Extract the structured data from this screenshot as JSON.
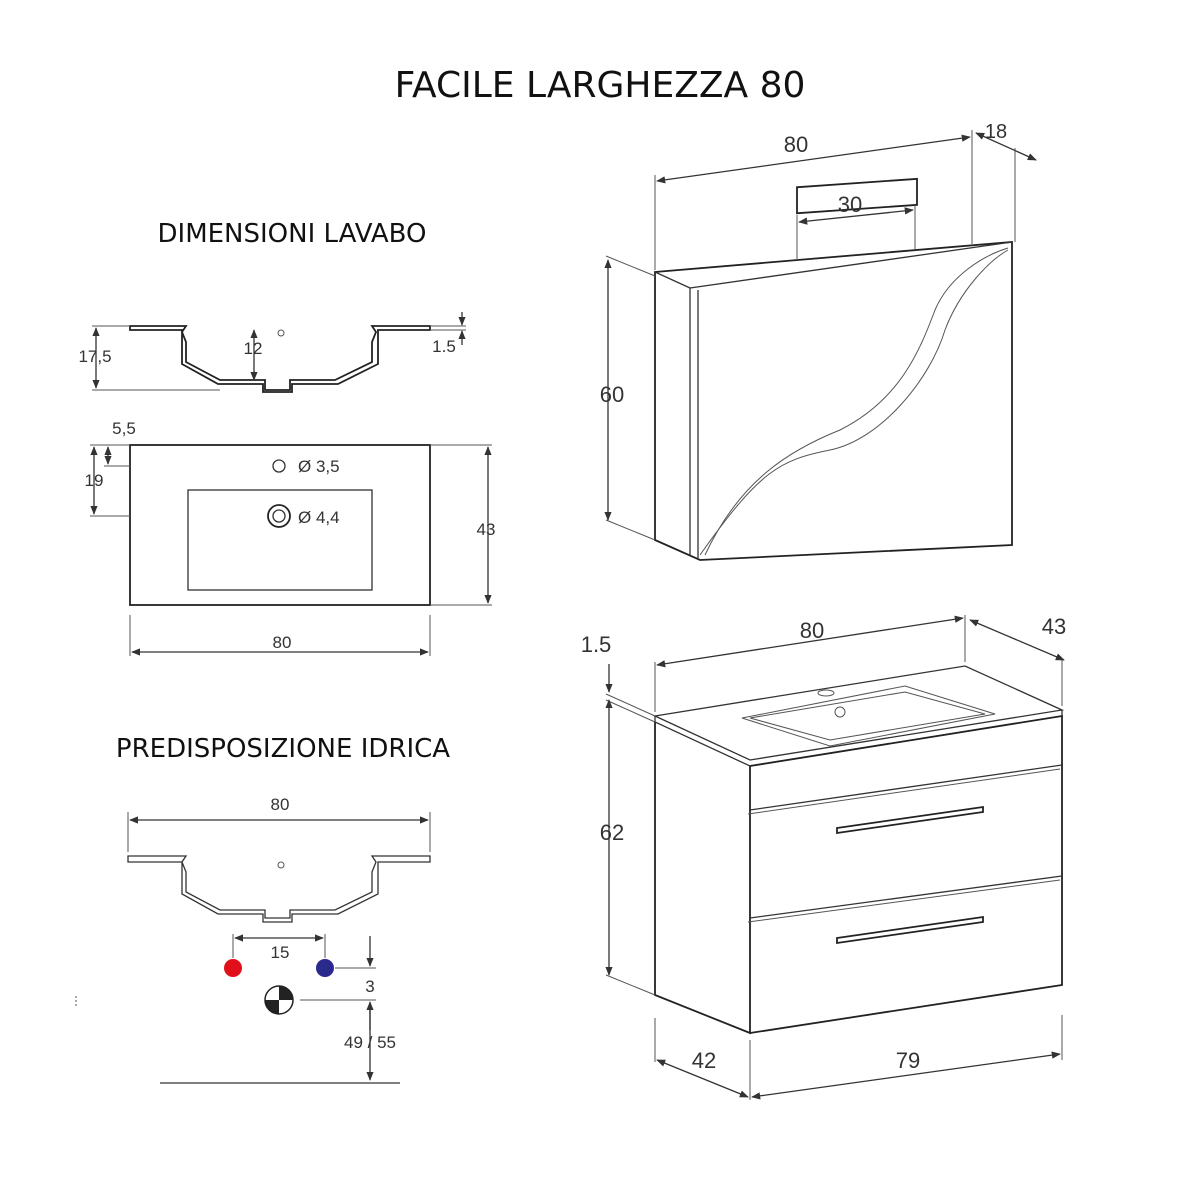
{
  "title": "FACILE LARGHEZZA 80",
  "sections": {
    "basin": "DIMENSIONI LAVABO",
    "plumbing": "PREDISPOSIZIONE IDRICA"
  },
  "basin_section_dims": {
    "height": "17,5",
    "inner_depth": "12",
    "rim": "1.5"
  },
  "basin_top_dims": {
    "hole_offset": "5,5",
    "depth_to_drain": "19",
    "tap_hole": "Ø 3,5",
    "drain_hole": "Ø 4,4",
    "depth": "43",
    "width": "80"
  },
  "plumbing_dims": {
    "width": "80",
    "pipe_spacing": "15",
    "drain_offset": "3",
    "drain_height": "49 / 55"
  },
  "mirror_dims": {
    "width": "80",
    "depth": "18",
    "lamp": "30",
    "height": "60"
  },
  "cabinet_dims": {
    "width": "80",
    "depth": "43",
    "top_thickness": "1.5",
    "height": "62",
    "body_depth": "42",
    "body_width": "79"
  },
  "colors": {
    "hot": "#e0101a",
    "cold": "#2a2a8c",
    "line": "#333333"
  }
}
